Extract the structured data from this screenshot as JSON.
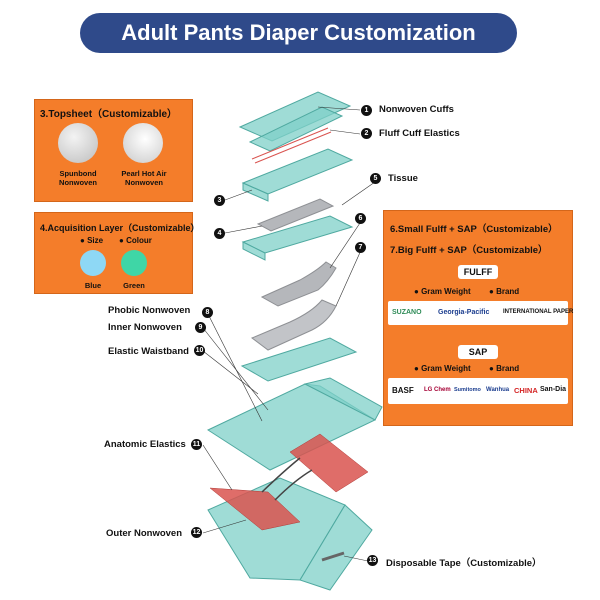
{
  "title": "Adult Pants Diaper Customization",
  "topsheet": {
    "title": "3.Topsheet（Customizable）",
    "items": [
      {
        "label_line1": "Spunbond",
        "label_line2": "Nonwoven"
      },
      {
        "label_line1": "Pearl Hot Air",
        "label_line2": "Nonwoven"
      }
    ]
  },
  "acquisition": {
    "title": "4.Acquisition Layer（Customizable）",
    "options": [
      "Size",
      "Colour"
    ],
    "swatches": [
      {
        "label": "Blue",
        "color": "#8ed8f5"
      },
      {
        "label": "Green",
        "color": "#3fd6a6"
      }
    ]
  },
  "fluff_panel": {
    "line1": "6.Small Fulff + SAP（Customizable）",
    "line2": "7.Big Fulff + SAP（Customizable）",
    "fulff": {
      "label": "FULFF",
      "options": [
        "Gram Weight",
        "Brand"
      ],
      "brands": [
        "SUZANO",
        "Georgia-Pacific",
        "INTERNATIONAL",
        "PAPER"
      ]
    },
    "sap": {
      "label": "SAP",
      "options": [
        "Gram Weight",
        "Brand"
      ],
      "brands": [
        "BASF",
        "LG Chem",
        "Sumitomo",
        "Wanhua",
        "CHINA",
        "San-Dia"
      ]
    }
  },
  "components": [
    {
      "num": "1",
      "label": "Nonwoven Cuffs"
    },
    {
      "num": "2",
      "label": "Fluff Cuff Elastics"
    },
    {
      "num": "3",
      "label": ""
    },
    {
      "num": "4",
      "label": ""
    },
    {
      "num": "5",
      "label": "Tissue"
    },
    {
      "num": "6",
      "label": ""
    },
    {
      "num": "7",
      "label": ""
    },
    {
      "num": "8",
      "label": "Phobic Nonwoven"
    },
    {
      "num": "9",
      "label": "Inner Nonwoven"
    },
    {
      "num": "10",
      "label": "Elastic Waistband"
    },
    {
      "num": "11",
      "label": "Anatomic Elastics"
    },
    {
      "num": "12",
      "label": "Outer Nonwoven"
    },
    {
      "num": "13",
      "label": "Disposable Tape（Customizable）"
    }
  ],
  "colors": {
    "banner": "#2f4a8a",
    "panel": "#f47d2a",
    "layer": "#7fd0c8",
    "elastic": "#d9534f",
    "core": "#b5b7bb"
  }
}
